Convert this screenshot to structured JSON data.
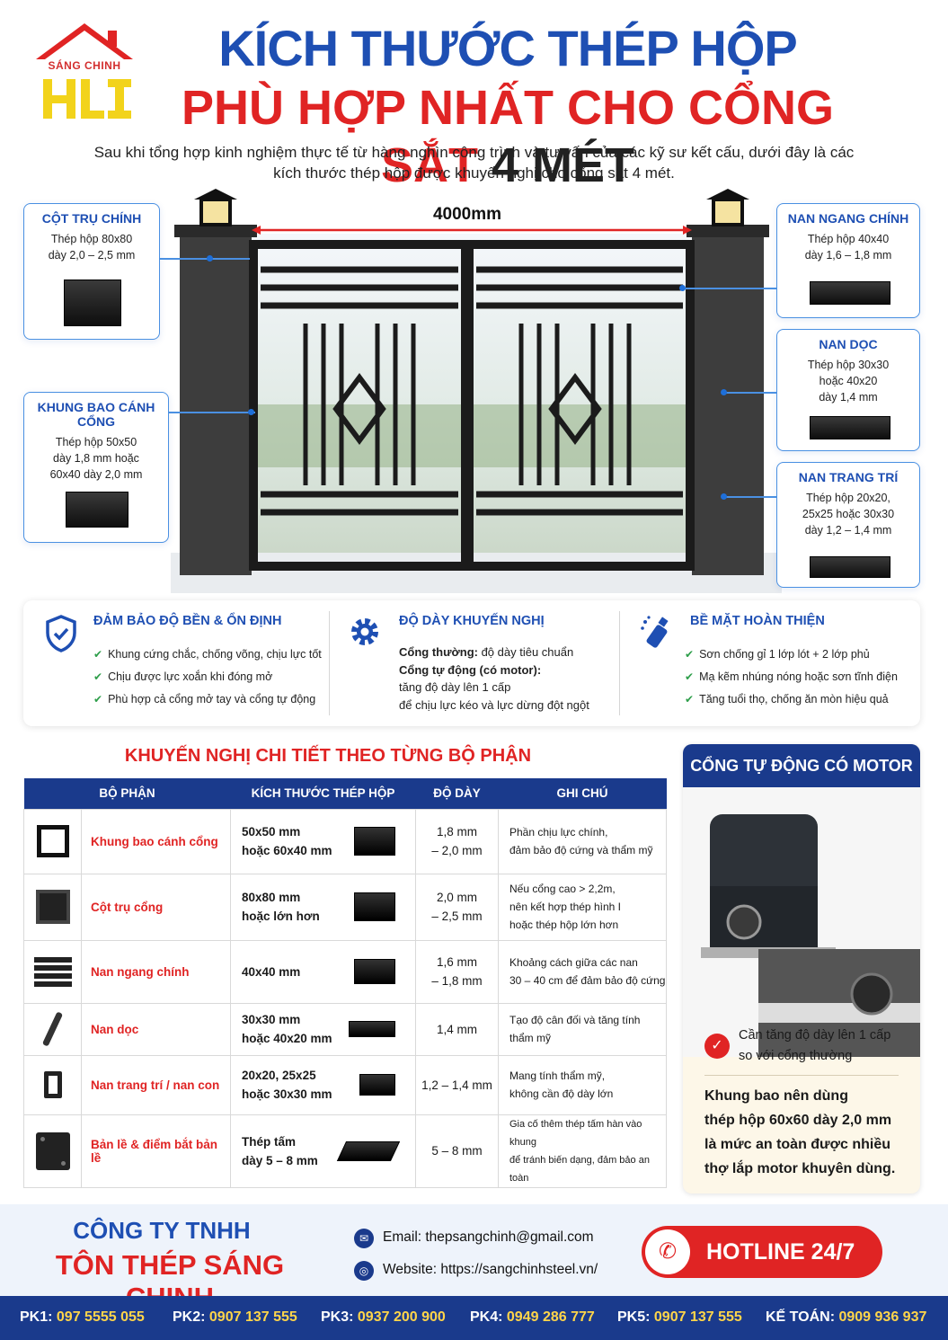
{
  "logo": {
    "brand": "SÁNG CHINH",
    "letters": "HLI"
  },
  "header": {
    "title1": "KÍCH THƯỚC THÉP HỘP",
    "title2_red": "PHÙ HỢP NHẤT CHO CỔNG SẮT",
    "title2_dark": "4 MÉT",
    "intro": "Sau khi tổng hợp kinh nghiệm thực tế từ hàng nghìn công trình và tư vấn của các kỹ sư kết cấu, dưới đây là các kích thước thép hộp được khuyến nghị cho cổng sắt 4 mét."
  },
  "gate": {
    "width_label": "4000mm"
  },
  "callouts": {
    "cot_tru": {
      "title": "CỘT TRỤ CHÍNH",
      "line1": "Thép hộp 80x80",
      "line2": "dày 2,0 – 2,5 mm"
    },
    "khung_bao": {
      "title": "KHUNG BAO CÁNH CỔNG",
      "line1": "Thép hộp 50x50",
      "line2": "dày 1,8 mm hoặc",
      "line3": "60x40 dày 2,0 mm"
    },
    "nan_ngang": {
      "title": "NAN NGANG CHÍNH",
      "line1": "Thép hộp 40x40",
      "line2": "dày 1,6 – 1,8 mm"
    },
    "nan_doc": {
      "title": "NAN DỌC",
      "line1": "Thép hộp 30x30",
      "line2": "hoặc 40x20",
      "line3": "dày 1,4 mm"
    },
    "nan_trang_tri": {
      "title": "NAN TRANG TRÍ",
      "line1": "Thép hộp 20x20,",
      "line2": "25x25 hoặc 30x30",
      "line3": "dày 1,2 – 1,4 mm"
    }
  },
  "features": [
    {
      "icon": "shield-check-icon",
      "title": "ĐẢM BẢO ĐỘ BỀN & ỔN ĐỊNH",
      "items": [
        "Khung cứng chắc, chống võng, chịu lực tốt",
        "Chịu được lực xoắn khi đóng mở",
        "Phù hợp cả cổng mở tay và cổng tự động"
      ]
    },
    {
      "icon": "gear-icon",
      "title": "ĐỘ DÀY KHUYẾN NGHỊ",
      "line1_bold": "Cổng thường:",
      "line1": " độ dày tiêu chuẩn",
      "line2_bold": "Cổng tự động (có motor):",
      "line3": "tăng độ dày lên 1 cấp",
      "line4": "để chịu lực kéo và lực dừng đột ngột"
    },
    {
      "icon": "spray-paint-icon",
      "title": "BỀ MẶT HOÀN THIỆN",
      "items": [
        "Sơn chống gỉ 1 lớp lót + 2 lớp phủ",
        "Mạ kẽm nhúng nóng hoặc sơn tĩnh điện",
        "Tăng tuổi thọ, chống ăn mòn hiệu quả"
      ]
    }
  ],
  "table": {
    "title": "KHUYẾN NGHỊ CHI TIẾT THEO TỪNG BỘ PHẬN",
    "headers": [
      "BỘ PHẬN",
      "KÍCH THƯỚC THÉP HỘP",
      "ĐỘ DÀY",
      "GHI CHÚ"
    ],
    "rows": [
      {
        "icon": "square-frame-icon",
        "part": "Khung bao cánh cổng",
        "size1": "50x50 mm",
        "size2": "hoặc 60x40 mm",
        "thick1": "1,8 mm",
        "thick2": "– 2,0 mm",
        "note1": "Phần chịu lực chính,",
        "note2": "đảm bảo độ cứng và thẩm mỹ",
        "note3": ""
      },
      {
        "icon": "square-post-icon",
        "part": "Cột trụ cổng",
        "size1": "80x80 mm",
        "size2": "hoặc lớn hơn",
        "thick1": "2,0 mm",
        "thick2": "– 2,5 mm",
        "note1": "Nếu cổng cao > 2,2m,",
        "note2": "nên kết hợp thép hình I",
        "note3": "hoặc thép hộp lớn hơn"
      },
      {
        "icon": "horizontal-bars-icon",
        "part": "Nan ngang chính",
        "size1": "40x40 mm",
        "size2": "",
        "thick1": "1,6 mm",
        "thick2": "– 1,8 mm",
        "note1": "Khoảng cách giữa các nan",
        "note2": "30 – 40 cm để đảm bảo độ cứng",
        "note3": ""
      },
      {
        "icon": "vertical-bar-icon",
        "part": "Nan dọc",
        "size1": "30x30 mm",
        "size2": "hoặc 40x20 mm",
        "thick1": "1,4 mm",
        "thick2": "",
        "note1": "Tạo độ cân đối và tăng tính thẩm mỹ",
        "note2": "",
        "note3": ""
      },
      {
        "icon": "small-tube-icon",
        "part": "Nan trang trí / nan con",
        "size1": "20x20, 25x25",
        "size2": "hoặc 30x30 mm",
        "thick1": "1,2 – 1,4 mm",
        "thick2": "",
        "note1": "Mang tính thẩm mỹ,",
        "note2": "không cần độ dày lớn",
        "note3": ""
      },
      {
        "icon": "hinge-plate-icon",
        "part": "Bản lề & điểm bắt bản lề",
        "size1": "Thép tấm",
        "size2": "dày 5 – 8 mm",
        "thick1": "5 – 8 mm",
        "thick2": "",
        "note1": "Gia cố thêm thép tấm hàn vào khung",
        "note2": "để tránh biến dạng, đảm bảo an toàn",
        "note3": ""
      }
    ]
  },
  "motor": {
    "title": "CỔNG TỰ ĐỘNG CÓ MOTOR",
    "check_line1": "Cần tăng độ dày lên 1 cấp",
    "check_line2": "so với cổng thường",
    "advice1": "Khung bao nên dùng",
    "advice2": "thép hộp 60x60 dày 2,0 mm",
    "advice3": "là mức an toàn được nhiều",
    "advice4": "thợ lắp motor khuyên dùng."
  },
  "footer": {
    "company1": "CÔNG TY TNHH",
    "company2": "TÔN THÉP SÁNG CHINH",
    "email": "Email: thepsangchinh@gmail.com",
    "website": "Website: https://sangchinhsteel.vn/",
    "hotline": "HOTLINE 24/7"
  },
  "phones": [
    {
      "label": "PK1: ",
      "num": "097 5555 055"
    },
    {
      "label": "PK2: ",
      "num": "0907 137 555"
    },
    {
      "label": "PK3: ",
      "num": "0937 200 900"
    },
    {
      "label": "PK4: ",
      "num": "0949 286 777"
    },
    {
      "label": "PK5: ",
      "num": "0907 137 555"
    },
    {
      "label": "KẾ TOÁN: ",
      "num": "0909 936 937"
    }
  ],
  "colors": {
    "blue": "#1e4fb3",
    "navy": "#1a3a8c",
    "red": "#e02424",
    "yellow": "#ffd54a"
  }
}
